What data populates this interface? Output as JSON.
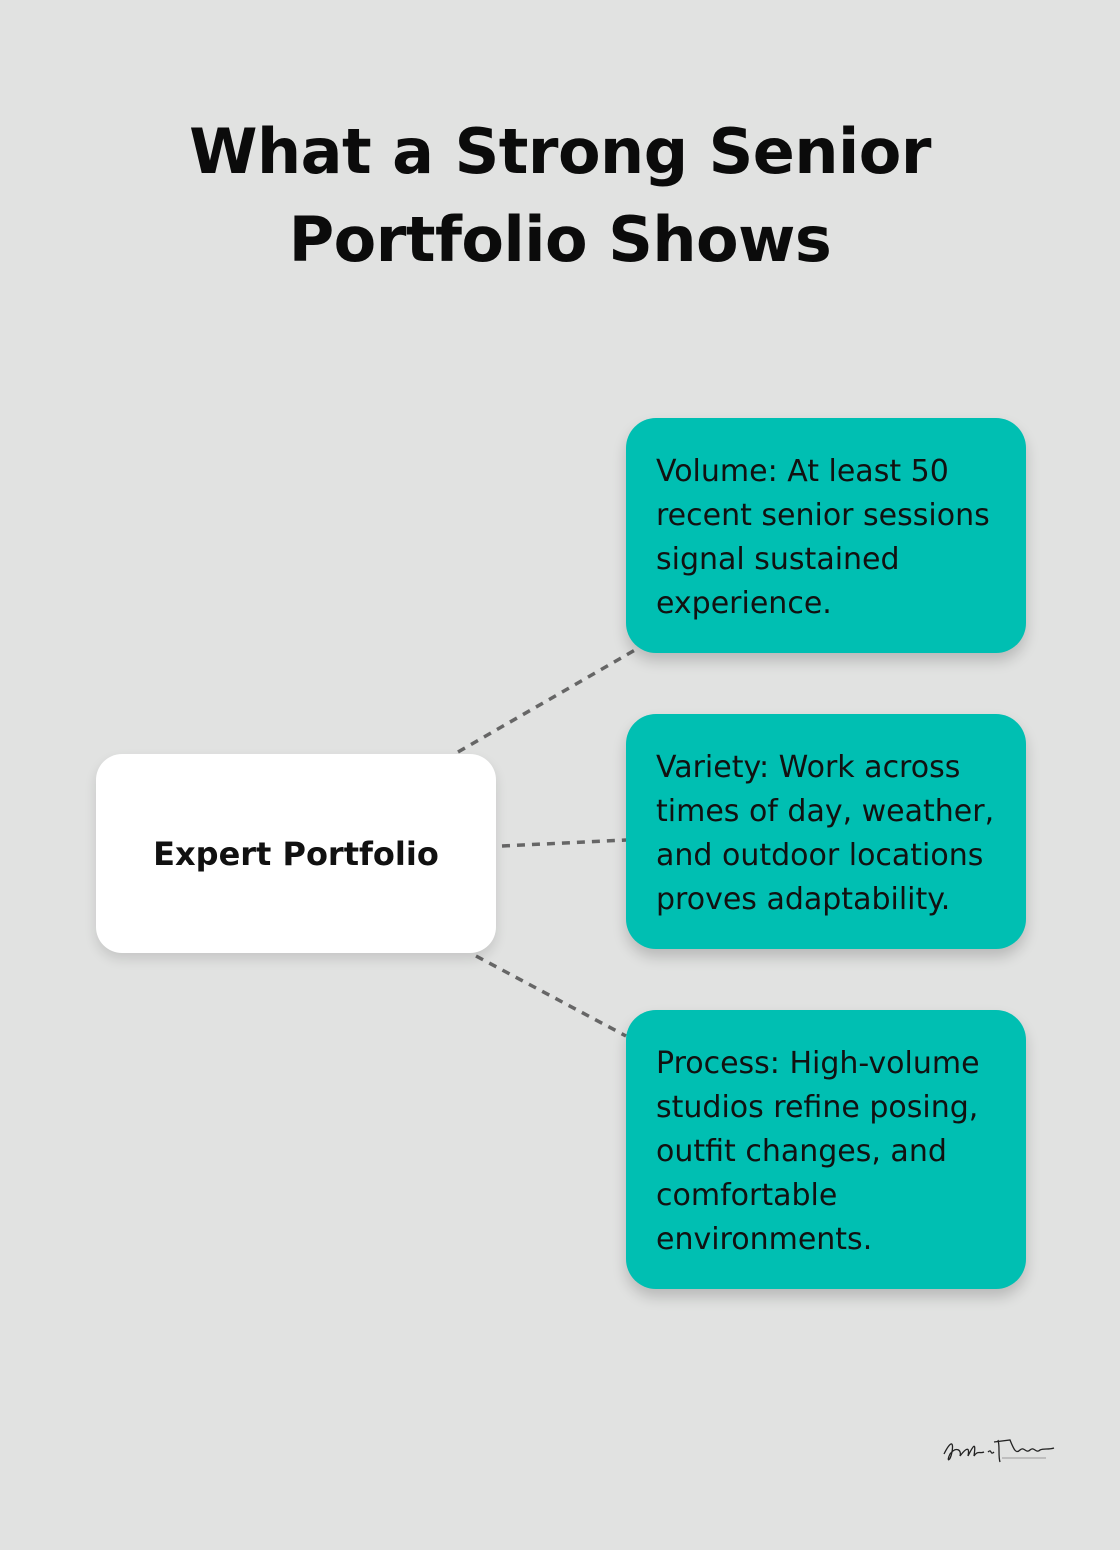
{
  "title": "What a Strong Senior Portfolio Shows",
  "root": {
    "label": "Expert Portfolio"
  },
  "leaves": [
    {
      "text": "Volume: At least 50 recent senior sessions signal sustained experience."
    },
    {
      "text": "Variety: Work across times of day, weather, and outdoor locations proves adaptability."
    },
    {
      "text": "Process: High-volume studios refine posing, outfit changes, and comfortable environments."
    }
  ],
  "logo": {
    "text": "Kelly Tarski Photography"
  },
  "colors": {
    "background": "#e1e2e1",
    "leaf_fill": "#00bfb2",
    "root_fill": "#ffffff",
    "connector": "#666666"
  }
}
